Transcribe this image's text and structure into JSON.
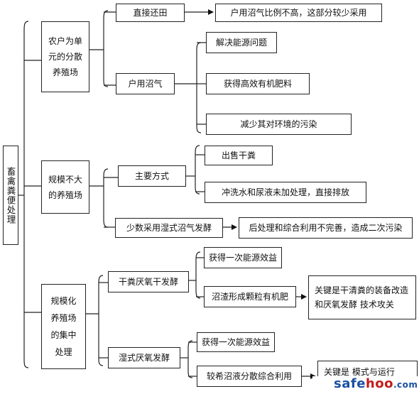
{
  "root": "畜禽粪便处理",
  "level1": {
    "farm": "农户为单元的分散养殖场",
    "medium": "规模不大的养殖场",
    "large": "规模化养殖场的集中处理"
  },
  "farm": {
    "direct": "直接还田",
    "direct_note": "户用沼气比例不高，这部分较少采用",
    "biogas": "户用沼气",
    "benefits": [
      "解决能源问题",
      "获得高效有机肥料",
      "减少其对环境的污染"
    ]
  },
  "medium": {
    "main": "主要方式",
    "main_items": [
      "出售干粪",
      "冲洗水和尿液未加处理，直接排放"
    ],
    "wet": "少数采用湿式沼气发酵",
    "wet_note": "后处理和综合利用不完善，造成二次污染"
  },
  "large": {
    "dry": "干粪厌氧干发酵",
    "dry_items": [
      "获得一次能源效益",
      "沼渣形成颗粒有机肥"
    ],
    "dry_key": "关键是干清粪的装备改造和厌氧发酵 技术攻关",
    "wet": "湿式厌氧发酵",
    "wet_items": [
      "获得一次能源效益",
      "较希沼液分散综合利用"
    ],
    "wet_key": "关键是         模式与运行"
  },
  "watermark": {
    "part1": "safe",
    "part2": "hoo",
    "part3": ".com"
  }
}
